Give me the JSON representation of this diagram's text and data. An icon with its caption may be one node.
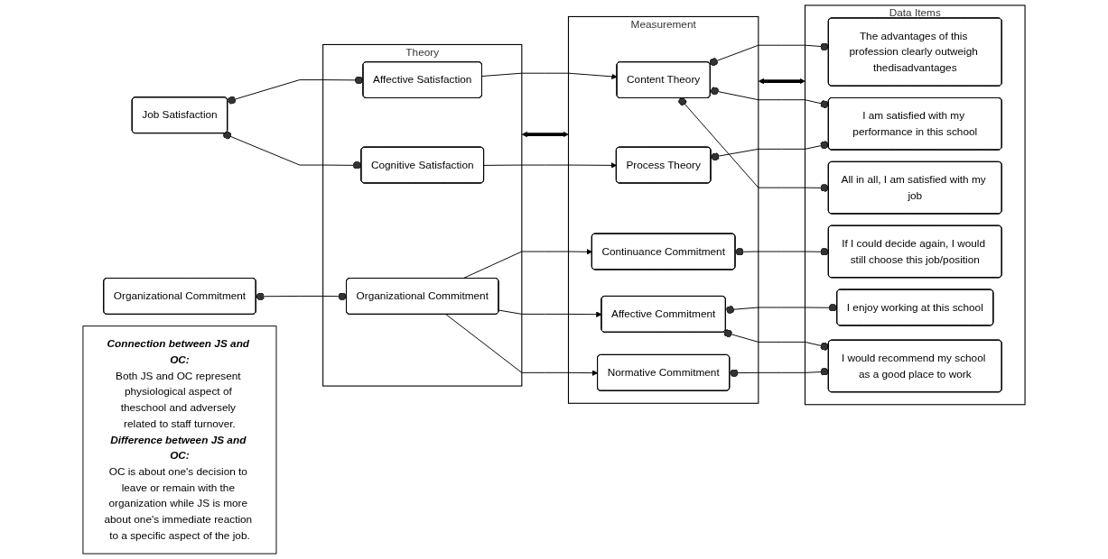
{
  "diagram": {
    "nodes": [
      {
        "text": [
          "Job Satisfaction"
        ]
      },
      {
        "text": [
          "Connection between JS and OC:",
          "Both JS and OC represent physiological aspect of theschool and adversely related to staff turnover.",
          "Difference between JS and OC:",
          "OC is about one's decision to leave or remain with the organization while JS is more about one's immediate reaction to a specific aspect of the job."
        ]
      },
      {
        "text": [
          "Organizational Commitment"
        ]
      },
      {
        "text": [
          "Theory"
        ]
      },
      {
        "text": [
          "Affective Satisfaction"
        ],
        "in": 3
      },
      {
        "text": [
          "Cognitive Satisfaction"
        ],
        "in": 3
      },
      {
        "text": [
          "Organizational Commitment"
        ],
        "in": 3
      },
      {
        "text": [
          "Measurement"
        ]
      },
      {
        "text": [
          "Content Theory"
        ],
        "in": 7
      },
      {
        "text": [
          "Process Theory"
        ],
        "in": 7
      },
      {
        "text": [
          "Affective Commitment"
        ],
        "in": 7
      },
      {
        "text": [
          "Continuance Commitment"
        ],
        "in": 7
      },
      {
        "text": [
          "Normative Commitment"
        ],
        "in": 7
      },
      {
        "text": [
          "Data Items"
        ]
      },
      {
        "text": [
          "The advantages of this profession clearly outweigh thedisadvantages"
        ],
        "in": 13
      },
      {
        "text": [
          "I am satisfied with my performance in this school"
        ],
        "in": 13
      },
      {
        "text": [
          "All in all, I am satisfied with my job"
        ],
        "in": 13
      },
      {
        "text": [
          "If I could decide again, I would still choose this job/position"
        ],
        "in": 13
      },
      {
        "text": [
          "I  enjoy working at this school"
        ],
        "in": 13
      },
      {
        "text": [
          "I would recommend my school as a good place to work"
        ],
        "in": 13
      }
    ],
    "edges": [
      {
        "from": 0,
        "to": 4,
        "arrow": "other"
      },
      {
        "from": 0,
        "to": 5,
        "arrow": "other"
      },
      {
        "from": 2,
        "to": 6,
        "arrow": "other"
      },
      {
        "from": 4,
        "to": 8,
        "arrow": "to"
      },
      {
        "from": 5,
        "to": 9,
        "arrow": "to"
      },
      {
        "from": 6,
        "to": 10,
        "arrow": "to"
      },
      {
        "from": 6,
        "to": 11,
        "arrow": "to"
      },
      {
        "from": 6,
        "to": 12,
        "arrow": "to"
      },
      {
        "from": 8,
        "to": 14,
        "arrow": "other"
      },
      {
        "from": 8,
        "to": 15,
        "arrow": "other"
      },
      {
        "from": 8,
        "to": 16,
        "arrow": "other"
      },
      {
        "from": 9,
        "to": 15,
        "arrow": "other"
      },
      {
        "from": 10,
        "to": 18,
        "arrow": "other"
      },
      {
        "from": 10,
        "to": 19,
        "arrow": "other"
      },
      {
        "from": 11,
        "to": 17,
        "arrow": "other"
      },
      {
        "from": 12,
        "to": 19,
        "arrow": "other"
      },
      {
        "from": 3,
        "to": 7,
        "arrow": "both",
        "style": "thick"
      },
      {
        "from": 7,
        "to": 13,
        "arrow": "both",
        "style": "thick"
      }
    ]
  }
}
